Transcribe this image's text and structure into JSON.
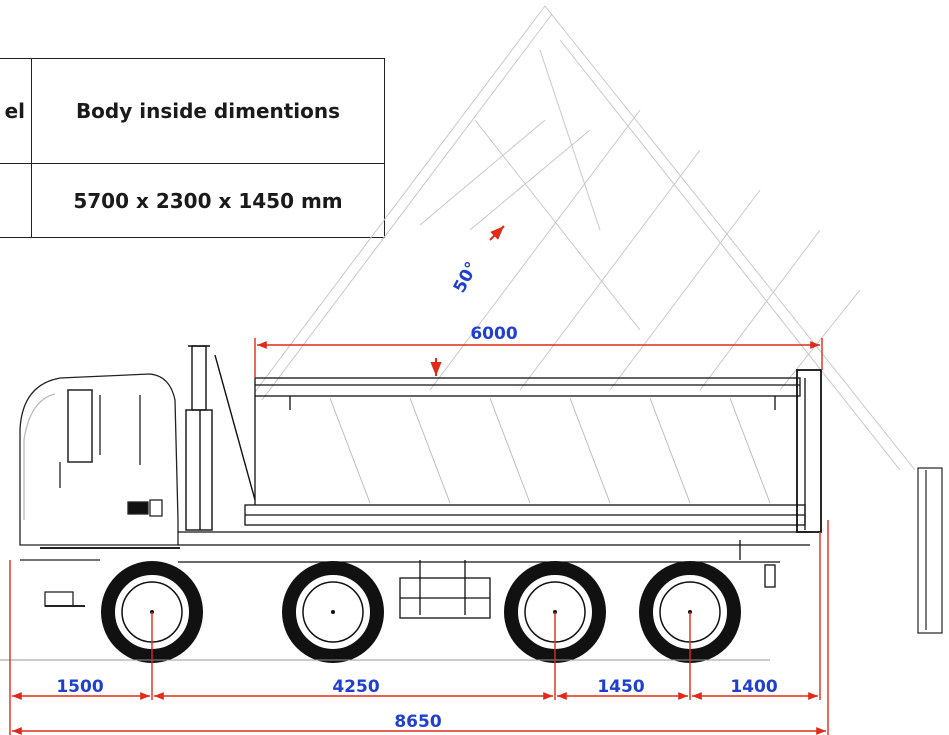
{
  "table": {
    "header_cut": "el",
    "header": "Body inside dimentions",
    "value": "5700 x 2300 x 1450 mm"
  },
  "dimensions": {
    "body_length": "6000",
    "tilt_angle": "50°",
    "front_overhang": "1500",
    "wheelbase_1": "4250",
    "wheelbase_2": "1450",
    "rear_overhang": "1400",
    "overall_length": "8650"
  },
  "colors": {
    "dimension_line": "#e02a1a",
    "dimension_text": "#1f3fd1",
    "line_art": "#111111"
  }
}
